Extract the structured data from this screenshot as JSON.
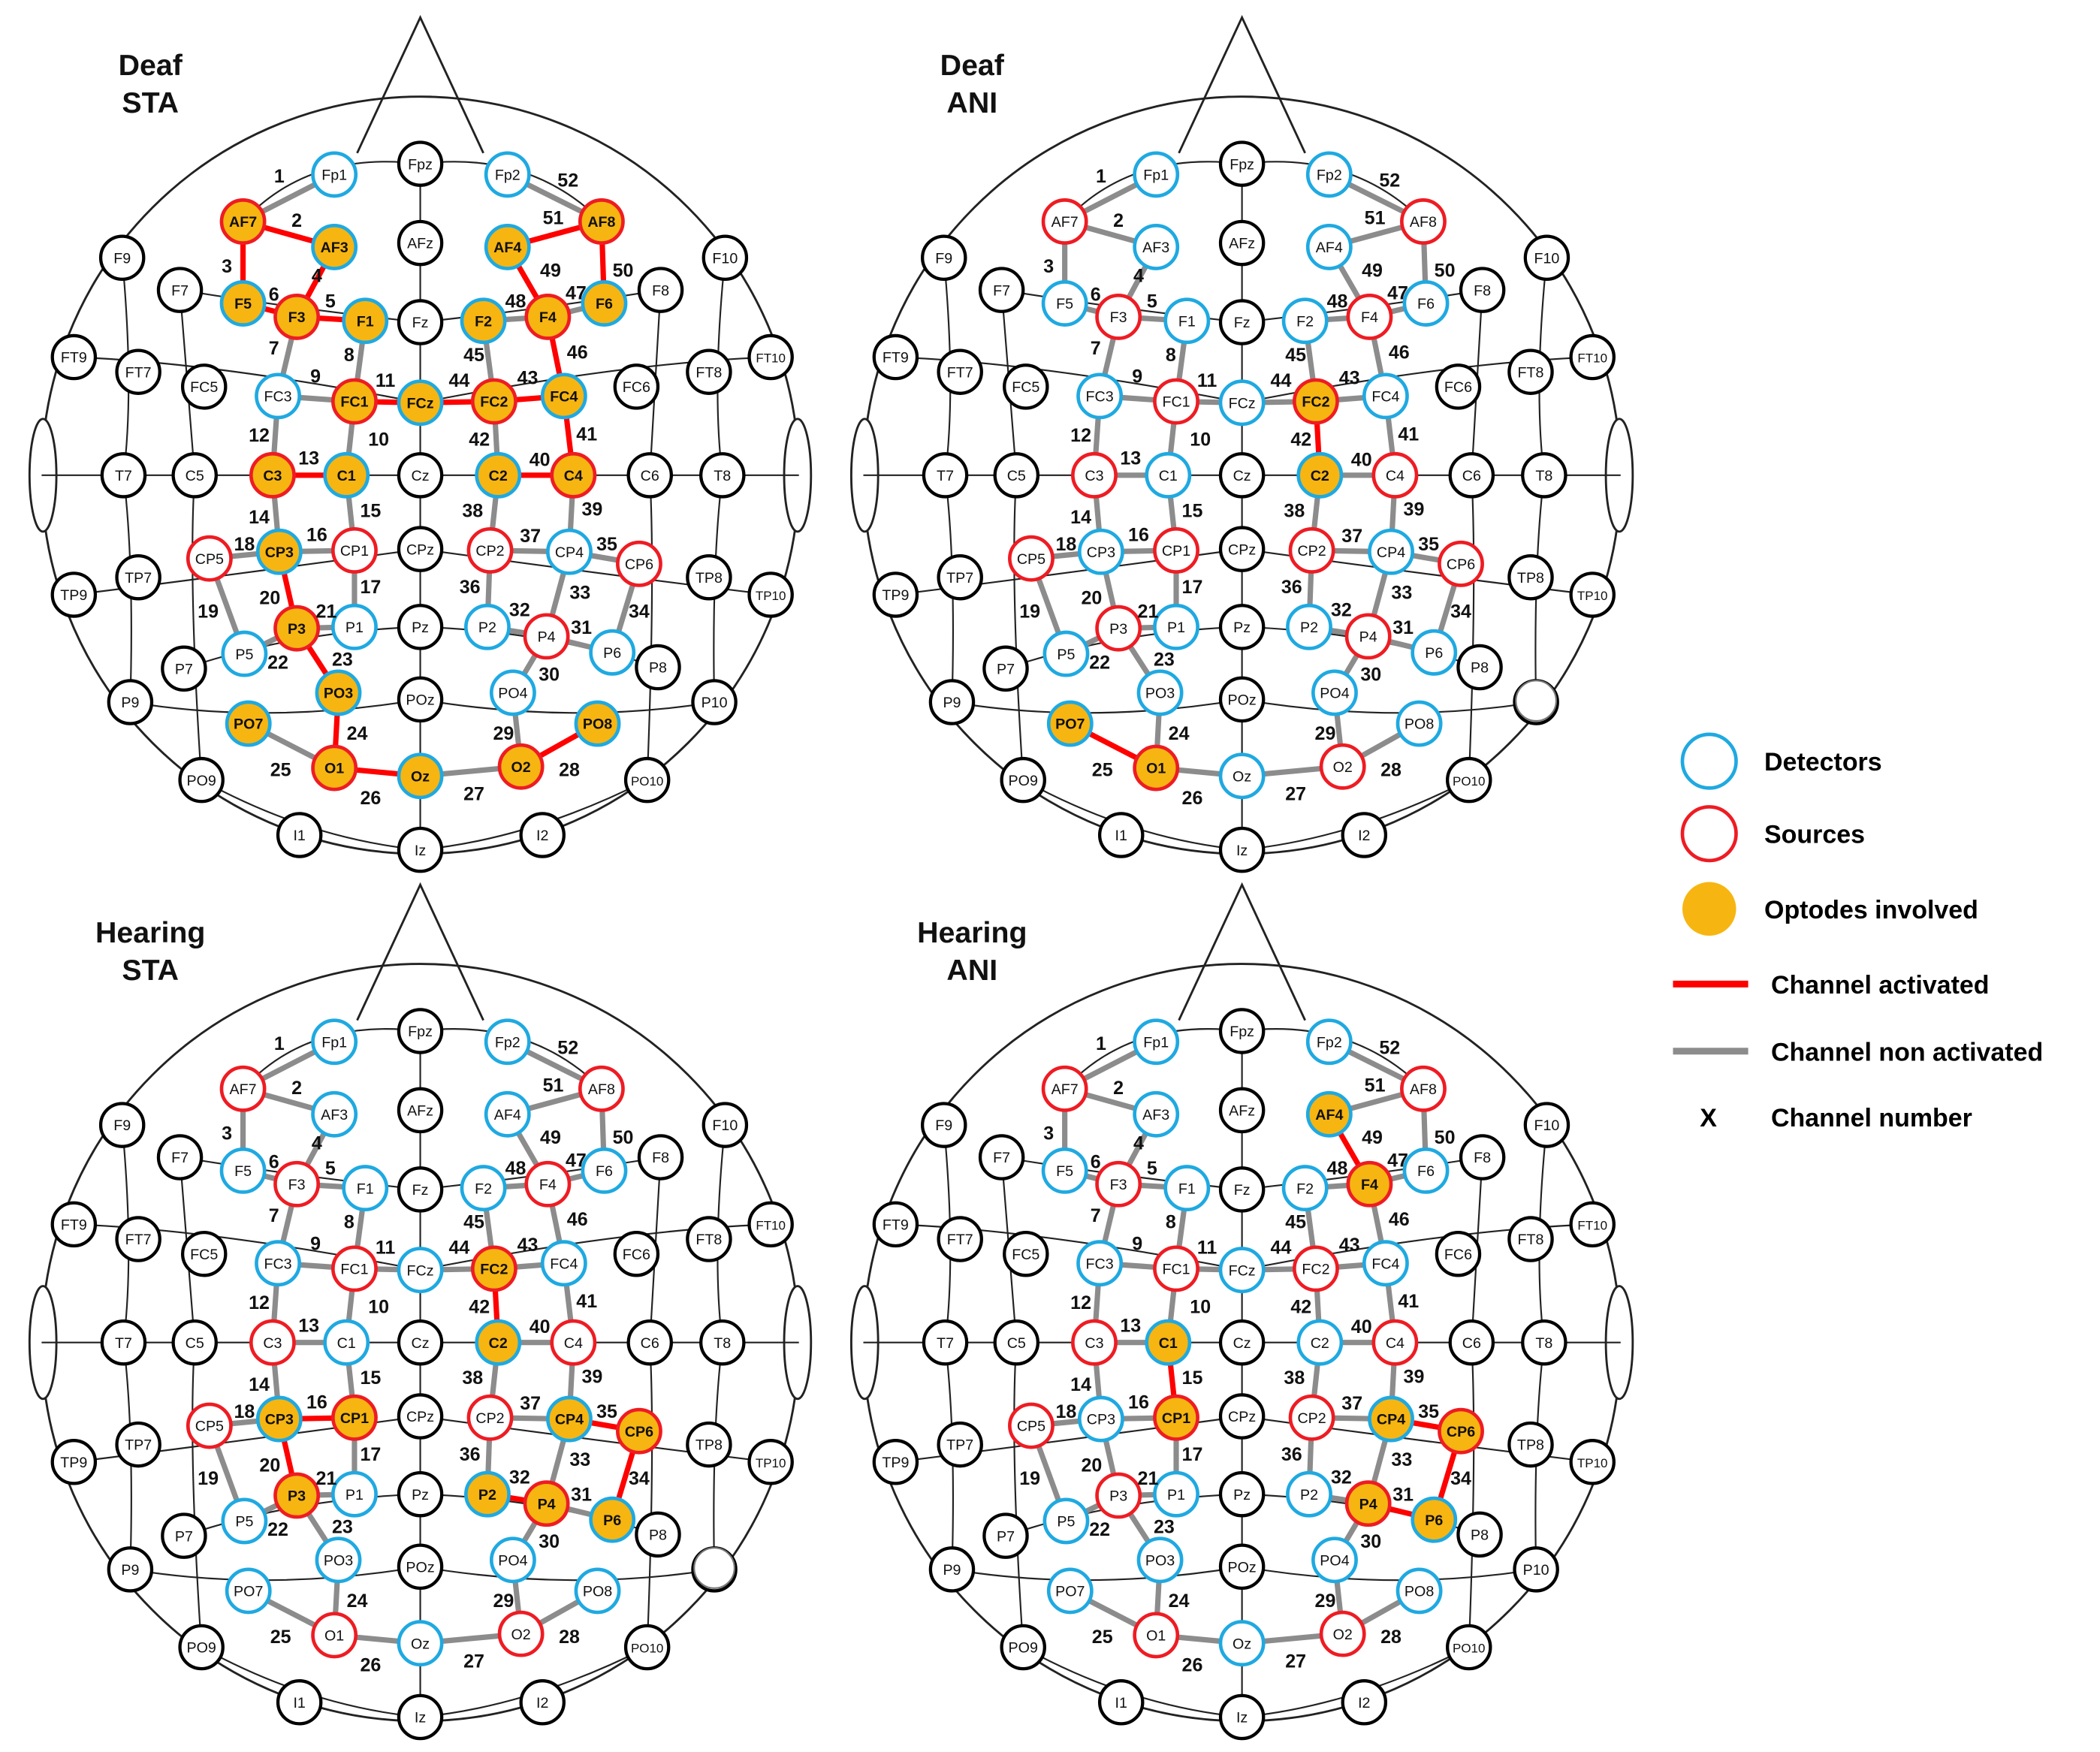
{
  "colors": {
    "detector": "#1fa9e1",
    "source": "#ee1c23",
    "optode_fill": "#f7b511",
    "channel_activated": "#ff0000",
    "channel_non_activated": "#8c8c8c",
    "reference": "#000000"
  },
  "legend": {
    "detectors": "Detectors",
    "sources": "Sources",
    "optodes_involved": "Optodes involved",
    "channel_activated": "Channel activated",
    "channel_non_activated": "Channel non activated",
    "channel_number_symbol": "X",
    "channel_number": "Channel number"
  },
  "panels": [
    {
      "title1": "Deaf",
      "title2": "STA",
      "active_optodes": [
        "AF7",
        "AF3",
        "F5",
        "F3",
        "F1",
        "FC1",
        "FCz",
        "FC2",
        "FC4",
        "AF4",
        "AF8",
        "F4",
        "F6",
        "F2",
        "C3",
        "C1",
        "C2",
        "C4",
        "CP3",
        "P3",
        "PO3",
        "PO7",
        "O1",
        "Oz",
        "O2",
        "PO8"
      ],
      "active_channels": [
        2,
        3,
        4,
        5,
        6,
        11,
        43,
        44,
        46,
        41,
        40,
        49,
        50,
        51,
        13,
        20,
        23,
        24,
        26,
        28
      ],
      "blank_marker": false
    },
    {
      "title1": "Deaf",
      "title2": "ANI",
      "active_optodes": [
        "FC2",
        "C2",
        "PO7",
        "O1"
      ],
      "active_channels": [
        42,
        25
      ],
      "blank_marker": true
    },
    {
      "title1": "Hearing",
      "title2": "STA",
      "active_optodes": [
        "FC2",
        "C2",
        "CP3",
        "CP1",
        "P3",
        "P2",
        "P4",
        "P6",
        "CP4",
        "CP6"
      ],
      "active_channels": [
        16,
        20,
        42,
        32,
        35,
        34
      ],
      "blank_marker": true
    },
    {
      "title1": "Hearing",
      "title2": "ANI",
      "active_optodes": [
        "AF4",
        "F4",
        "C1",
        "CP1",
        "CP4",
        "CP6",
        "P4",
        "P6"
      ],
      "active_channels": [
        49,
        15,
        35,
        34,
        31
      ],
      "blank_marker": false
    }
  ],
  "optodes": [
    {
      "label": "Fp1",
      "role": "detector"
    },
    {
      "label": "Fpz",
      "role": "reference"
    },
    {
      "label": "Fp2",
      "role": "detector"
    },
    {
      "label": "AF7",
      "role": "source"
    },
    {
      "label": "AF3",
      "role": "detector"
    },
    {
      "label": "AFz",
      "role": "reference"
    },
    {
      "label": "AF4",
      "role": "detector"
    },
    {
      "label": "AF8",
      "role": "source"
    },
    {
      "label": "F9",
      "role": "reference"
    },
    {
      "label": "F7",
      "role": "reference"
    },
    {
      "label": "F5",
      "role": "detector"
    },
    {
      "label": "F3",
      "role": "source"
    },
    {
      "label": "F1",
      "role": "detector"
    },
    {
      "label": "Fz",
      "role": "reference"
    },
    {
      "label": "F2",
      "role": "detector"
    },
    {
      "label": "F4",
      "role": "source"
    },
    {
      "label": "F6",
      "role": "detector"
    },
    {
      "label": "F8",
      "role": "reference"
    },
    {
      "label": "F10",
      "role": "reference"
    },
    {
      "label": "FT9",
      "role": "reference"
    },
    {
      "label": "FT7",
      "role": "reference"
    },
    {
      "label": "FC5",
      "role": "reference"
    },
    {
      "label": "FC3",
      "role": "detector"
    },
    {
      "label": "FC1",
      "role": "source"
    },
    {
      "label": "FCz",
      "role": "detector"
    },
    {
      "label": "FC2",
      "role": "source"
    },
    {
      "label": "FC4",
      "role": "detector"
    },
    {
      "label": "FC6",
      "role": "reference"
    },
    {
      "label": "FT8",
      "role": "reference"
    },
    {
      "label": "FT10",
      "role": "reference"
    },
    {
      "label": "T7",
      "role": "reference"
    },
    {
      "label": "C5",
      "role": "reference"
    },
    {
      "label": "C3",
      "role": "source"
    },
    {
      "label": "C1",
      "role": "detector"
    },
    {
      "label": "Cz",
      "role": "reference"
    },
    {
      "label": "C2",
      "role": "detector"
    },
    {
      "label": "C4",
      "role": "source"
    },
    {
      "label": "C6",
      "role": "reference"
    },
    {
      "label": "T8",
      "role": "reference"
    },
    {
      "label": "TP9",
      "role": "reference"
    },
    {
      "label": "TP7",
      "role": "reference"
    },
    {
      "label": "CP5",
      "role": "source"
    },
    {
      "label": "CP3",
      "role": "detector"
    },
    {
      "label": "CP1",
      "role": "source"
    },
    {
      "label": "CPz",
      "role": "reference"
    },
    {
      "label": "CP2",
      "role": "source"
    },
    {
      "label": "CP4",
      "role": "detector"
    },
    {
      "label": "CP6",
      "role": "source"
    },
    {
      "label": "TP8",
      "role": "reference"
    },
    {
      "label": "TP10",
      "role": "reference"
    },
    {
      "label": "P7",
      "role": "reference"
    },
    {
      "label": "P5",
      "role": "detector"
    },
    {
      "label": "P3",
      "role": "source"
    },
    {
      "label": "P1",
      "role": "detector"
    },
    {
      "label": "Pz",
      "role": "reference"
    },
    {
      "label": "P2",
      "role": "detector"
    },
    {
      "label": "P4",
      "role": "source"
    },
    {
      "label": "P6",
      "role": "detector"
    },
    {
      "label": "P8",
      "role": "reference"
    },
    {
      "label": "P9",
      "role": "reference"
    },
    {
      "label": "PO7",
      "role": "detector"
    },
    {
      "label": "PO3",
      "role": "detector"
    },
    {
      "label": "POz",
      "role": "reference"
    },
    {
      "label": "PO4",
      "role": "detector"
    },
    {
      "label": "PO8",
      "role": "detector"
    },
    {
      "label": "P10",
      "role": "reference"
    },
    {
      "label": "PO9",
      "role": "reference"
    },
    {
      "label": "O1",
      "role": "source"
    },
    {
      "label": "Oz",
      "role": "detector"
    },
    {
      "label": "O2",
      "role": "source"
    },
    {
      "label": "PO10",
      "role": "reference"
    },
    {
      "label": "I1",
      "role": "reference"
    },
    {
      "label": "Iz",
      "role": "reference"
    },
    {
      "label": "I2",
      "role": "reference"
    }
  ],
  "channels": [
    {
      "n": 1,
      "from": "AF7",
      "to": "Fp1"
    },
    {
      "n": 2,
      "from": "AF7",
      "to": "AF3"
    },
    {
      "n": 3,
      "from": "AF7",
      "to": "F5"
    },
    {
      "n": 4,
      "from": "AF3",
      "to": "F3"
    },
    {
      "n": 5,
      "from": "F3",
      "to": "F1"
    },
    {
      "n": 6,
      "from": "F5",
      "to": "F3"
    },
    {
      "n": 7,
      "from": "F3",
      "to": "FC3"
    },
    {
      "n": 8,
      "from": "F1",
      "to": "FC1"
    },
    {
      "n": 9,
      "from": "FC3",
      "to": "FC1"
    },
    {
      "n": 10,
      "from": "FC1",
      "to": "C1"
    },
    {
      "n": 11,
      "from": "FC1",
      "to": "FCz"
    },
    {
      "n": 12,
      "from": "FC3",
      "to": "C3"
    },
    {
      "n": 13,
      "from": "C3",
      "to": "C1"
    },
    {
      "n": 14,
      "from": "C3",
      "to": "CP3"
    },
    {
      "n": 15,
      "from": "C1",
      "to": "CP1"
    },
    {
      "n": 16,
      "from": "CP3",
      "to": "CP1"
    },
    {
      "n": 17,
      "from": "CP1",
      "to": "P1"
    },
    {
      "n": 18,
      "from": "CP5",
      "to": "CP3"
    },
    {
      "n": 19,
      "from": "CP5",
      "to": "P5"
    },
    {
      "n": 20,
      "from": "CP3",
      "to": "P3"
    },
    {
      "n": 21,
      "from": "P3",
      "to": "P1"
    },
    {
      "n": 22,
      "from": "P5",
      "to": "P3"
    },
    {
      "n": 23,
      "from": "P3",
      "to": "PO3"
    },
    {
      "n": 24,
      "from": "PO3",
      "to": "O1"
    },
    {
      "n": 25,
      "from": "PO7",
      "to": "O1"
    },
    {
      "n": 26,
      "from": "O1",
      "to": "Oz"
    },
    {
      "n": 27,
      "from": "Oz",
      "to": "O2"
    },
    {
      "n": 28,
      "from": "O2",
      "to": "PO8"
    },
    {
      "n": 29,
      "from": "PO4",
      "to": "O2"
    },
    {
      "n": 30,
      "from": "P4",
      "to": "PO4"
    },
    {
      "n": 31,
      "from": "P4",
      "to": "P6"
    },
    {
      "n": 32,
      "from": "P2",
      "to": "P4"
    },
    {
      "n": 33,
      "from": "CP4",
      "to": "P4"
    },
    {
      "n": 34,
      "from": "CP6",
      "to": "P6"
    },
    {
      "n": 35,
      "from": "CP4",
      "to": "CP6"
    },
    {
      "n": 36,
      "from": "CP2",
      "to": "P2"
    },
    {
      "n": 37,
      "from": "CP2",
      "to": "CP4"
    },
    {
      "n": 38,
      "from": "C2",
      "to": "CP2"
    },
    {
      "n": 39,
      "from": "C4",
      "to": "CP4"
    },
    {
      "n": 40,
      "from": "C2",
      "to": "C4"
    },
    {
      "n": 41,
      "from": "FC4",
      "to": "C4"
    },
    {
      "n": 42,
      "from": "FC2",
      "to": "C2"
    },
    {
      "n": 43,
      "from": "FC2",
      "to": "FC4"
    },
    {
      "n": 44,
      "from": "FCz",
      "to": "FC2"
    },
    {
      "n": 45,
      "from": "F2",
      "to": "FC2"
    },
    {
      "n": 46,
      "from": "F4",
      "to": "FC4"
    },
    {
      "n": 47,
      "from": "F4",
      "to": "F6"
    },
    {
      "n": 48,
      "from": "F2",
      "to": "F4"
    },
    {
      "n": 49,
      "from": "AF4",
      "to": "F4"
    },
    {
      "n": 50,
      "from": "AF8",
      "to": "F6"
    },
    {
      "n": 51,
      "from": "AF4",
      "to": "AF8"
    },
    {
      "n": 52,
      "from": "Fp2",
      "to": "AF8"
    }
  ]
}
